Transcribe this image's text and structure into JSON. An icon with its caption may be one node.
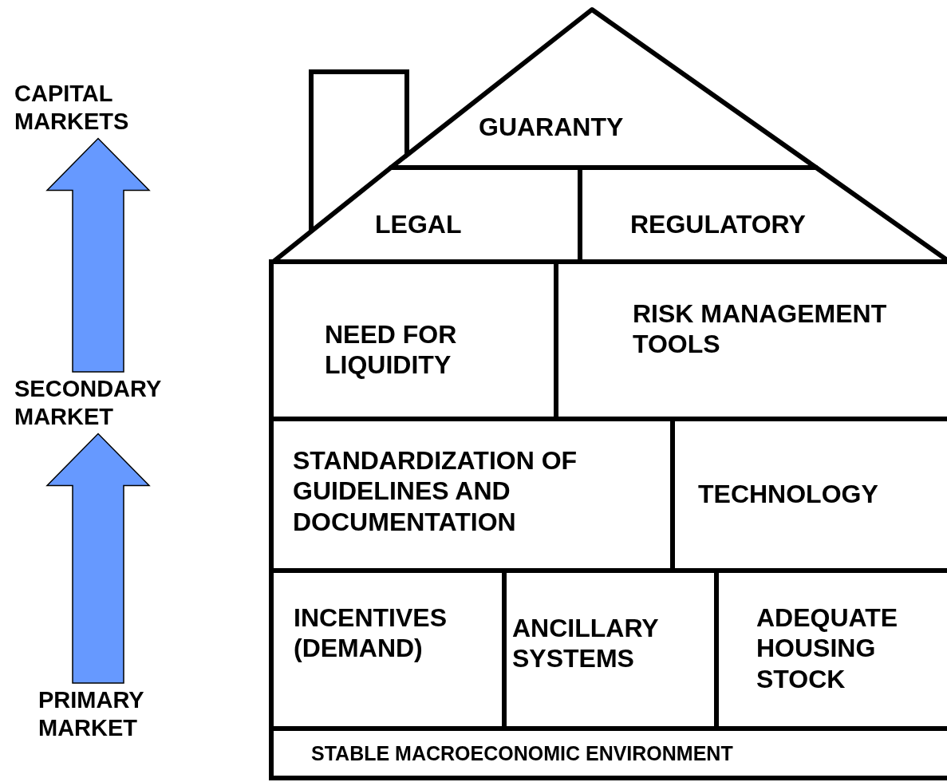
{
  "diagram": {
    "nodes": [
      {
        "text": [
          "CAPITAL MARKETS"
        ]
      },
      {
        "text": [
          "SECONDARY MARKET"
        ]
      },
      {
        "text": [
          "PRIMARY MARKET"
        ]
      },
      {
        "text": [
          "GUARANTY"
        ]
      },
      {
        "text": [
          "LEGAL"
        ]
      },
      {
        "text": [
          "REGULATORY"
        ]
      },
      {
        "text": [
          "NEED FOR LIQUIDITY"
        ]
      },
      {
        "text": [
          "RISK MANAGEMENT TOOLS"
        ]
      },
      {
        "text": [
          "STANDARDIZATION OF GUIDELINES AND DOCUMENTATION"
        ]
      },
      {
        "text": [
          "TECHNOLOGY"
        ]
      },
      {
        "text": [
          "INCENTIVES (DEMAND)"
        ]
      },
      {
        "text": [
          "ANCILLARY SYSTEMS"
        ]
      },
      {
        "text": [
          "ADEQUATE HOUSING STOCK"
        ]
      },
      {
        "text": [
          "STABLE MACROECONOMIC ENVIRONMENT"
        ]
      }
    ],
    "edges": [
      {
        "from": 2,
        "to": 1,
        "arrow": "to"
      },
      {
        "from": 1,
        "to": 0,
        "arrow": "to"
      }
    ]
  }
}
